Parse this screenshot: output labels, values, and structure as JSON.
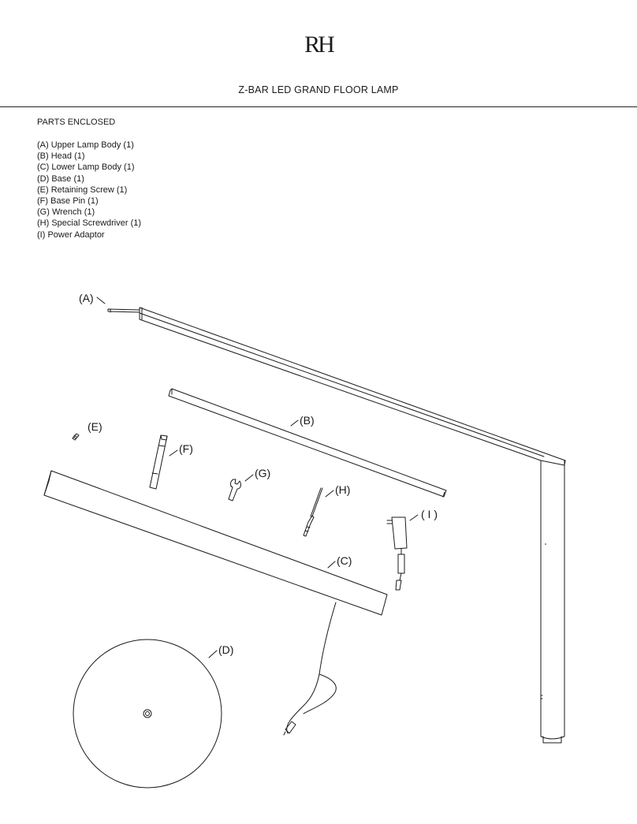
{
  "logo": "RH",
  "title": "Z-BAR LED GRAND FLOOR LAMP",
  "parts_heading": "PARTS ENCLOSED",
  "parts": [
    "(A)  Upper Lamp Body (1)",
    "(B)  Head (1)",
    "(C)  Lower Lamp Body (1)",
    "(D)  Base (1)",
    "(E)  Retaining Screw (1)",
    "(F)  Base Pin (1)",
    "(G) Wrench (1)",
    "(H) Special Screwdriver (1)",
    "(I)   Power Adaptor"
  ],
  "callouts": {
    "a": "(A)",
    "b": "(B)",
    "c": "(C)",
    "d": "(D)",
    "e": "(E)",
    "f": "(F)",
    "g": "(G)",
    "h": "(H)",
    "i": "( I )"
  }
}
